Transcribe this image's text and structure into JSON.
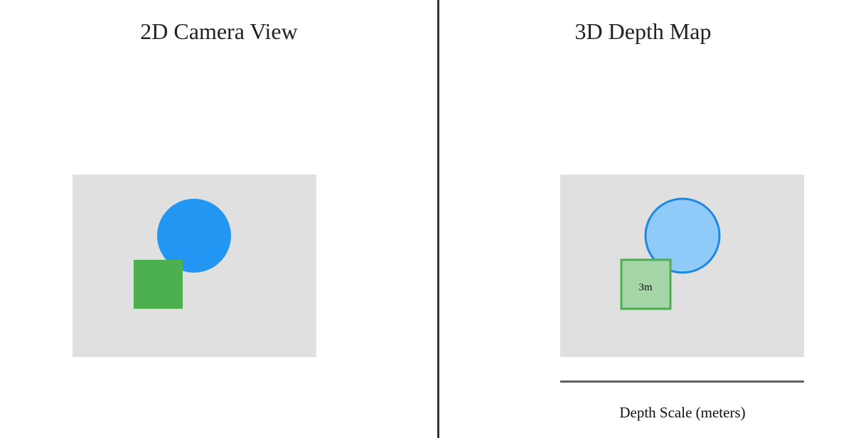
{
  "left_panel": {
    "title": "2D Camera View"
  },
  "right_panel": {
    "title": "3D Depth Map",
    "square_label": "3m",
    "scale_label": "Depth Scale (meters)"
  },
  "colors": {
    "background_panel": "#e0e0e0",
    "circle_2d": "#2196f3",
    "square_2d": "#4caf50",
    "circle_depth_fill": "#90caf9",
    "circle_depth_stroke": "#1e88e5",
    "square_depth_fill": "#a5d6a7",
    "square_depth_stroke": "#4caf50",
    "divider": "#333333",
    "scale_bar": "#616161"
  }
}
